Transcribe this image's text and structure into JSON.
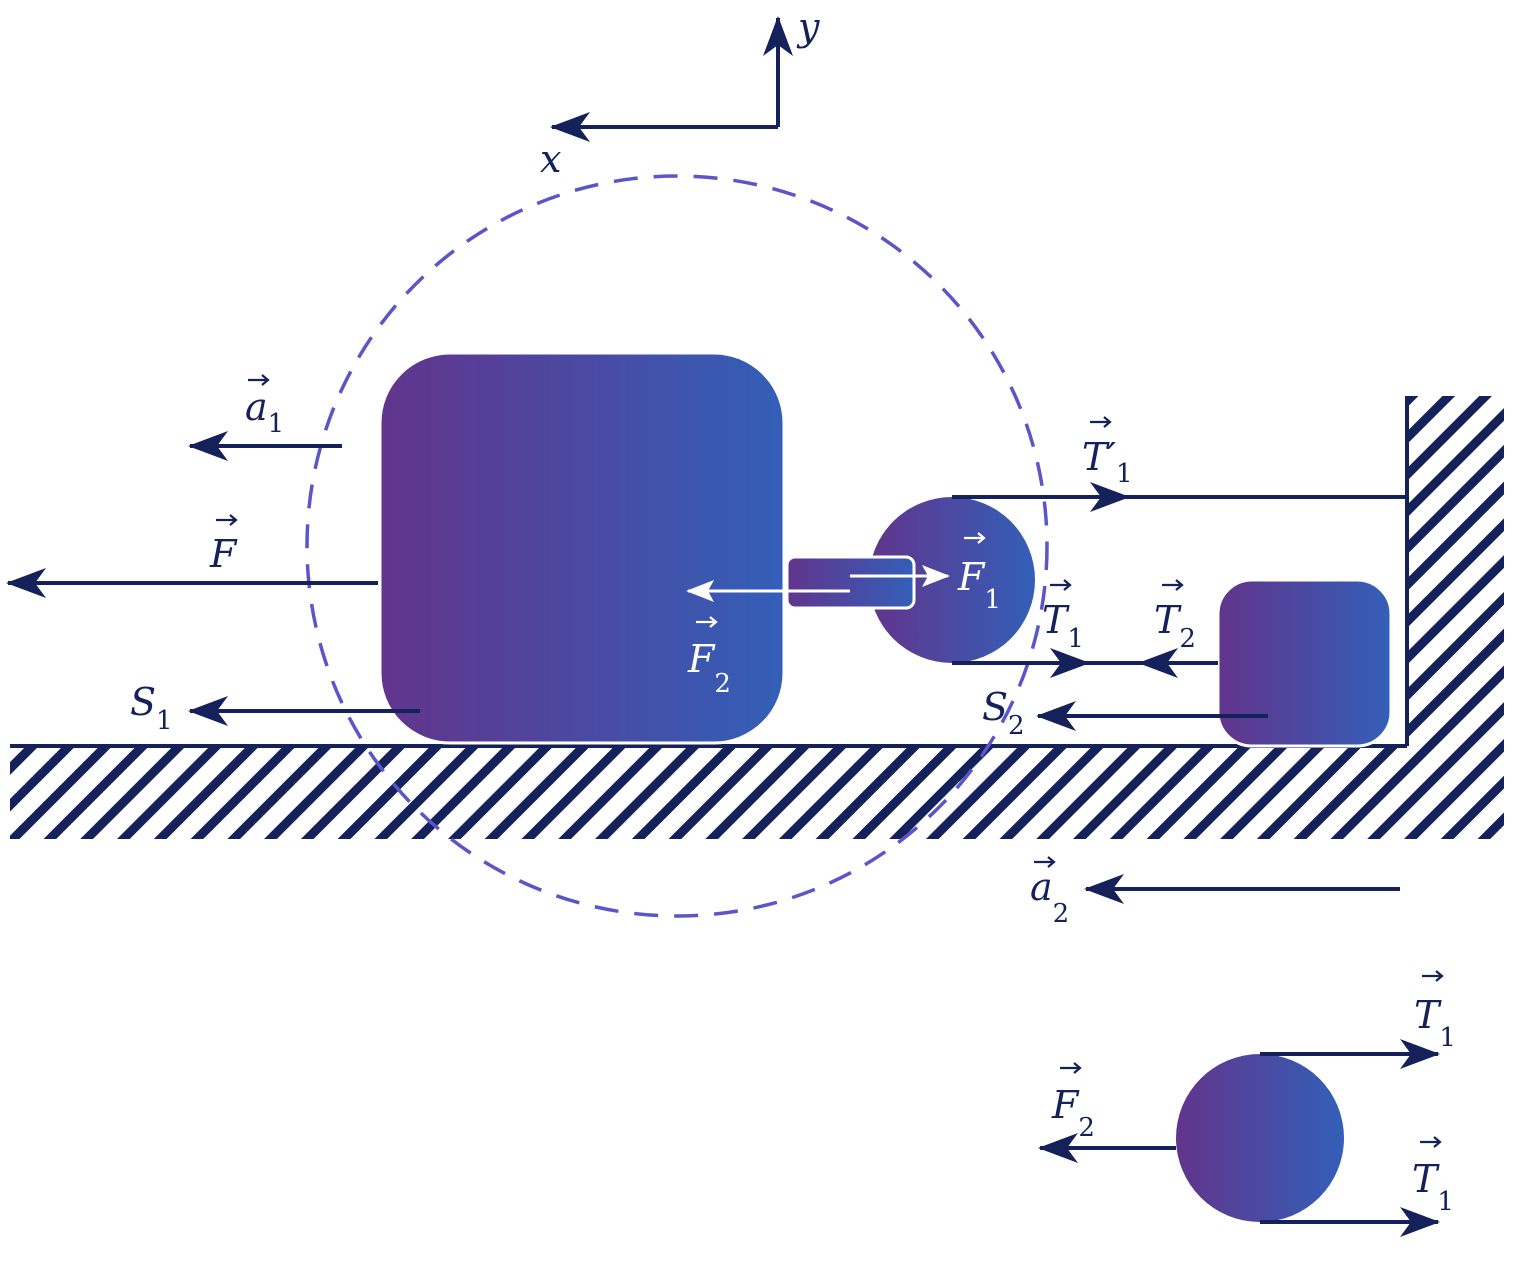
{
  "colors": {
    "ink": "#14215a",
    "block_start": "#62348c",
    "block_end": "#335fb8",
    "dashed": "#5b55c9",
    "white": "#ffffff"
  },
  "axes": {
    "x": "x",
    "y": "y"
  },
  "labels": {
    "a1": {
      "main": "a",
      "sub": "1"
    },
    "F": {
      "main": "F"
    },
    "S1": {
      "main": "S",
      "sub": "1"
    },
    "F2_center": {
      "main": "F",
      "sub": "2"
    },
    "F1": {
      "main": "F",
      "sub": "1"
    },
    "T1_prime": {
      "main": "T′",
      "sub": "1"
    },
    "T1_mid": {
      "main": "T",
      "sub": "1"
    },
    "T2": {
      "main": "T",
      "sub": "2"
    },
    "S2": {
      "main": "S",
      "sub": "2"
    },
    "a2": {
      "main": "a",
      "sub": "2"
    },
    "T1_top": {
      "main": "T",
      "sub": "1"
    },
    "F2_bottom": {
      "main": "F",
      "sub": "2"
    },
    "T1_bottom": {
      "main": "T",
      "sub": "1"
    }
  },
  "icons": [
    "vector-arrow-icon"
  ]
}
